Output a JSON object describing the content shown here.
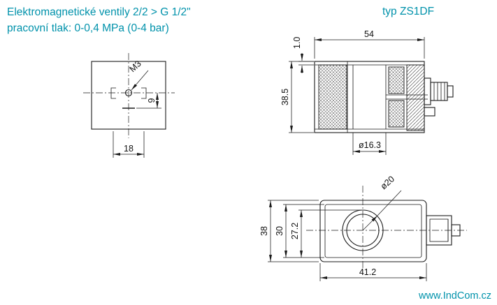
{
  "header": {
    "title_line1": "Elektromagnetické ventily 2/2 > G 1/2\"",
    "title_line2": "pracovní tlak: 0-0,4 MPa (0-4 bar)",
    "type_label": "typ ZS1DF"
  },
  "footer": {
    "website": "www.IndCom.cz"
  },
  "colors": {
    "accent": "#0092ab",
    "line": "#1a1a1a",
    "background": "#ffffff"
  },
  "drawing": {
    "front_view": {
      "thread_label": "M3",
      "dim_pin_offset": "9",
      "dim_pin_spacing": "18"
    },
    "section_view": {
      "dim_width": "54",
      "dim_flange": "1.0",
      "dim_height": "38.5",
      "dim_bore": "ø16.3"
    },
    "top_view": {
      "dim_height": "38",
      "dim_inner_height": "30",
      "dim_hole_offset": "27.2",
      "dim_width": "41.2",
      "dim_hole_dia": "ø20"
    }
  }
}
